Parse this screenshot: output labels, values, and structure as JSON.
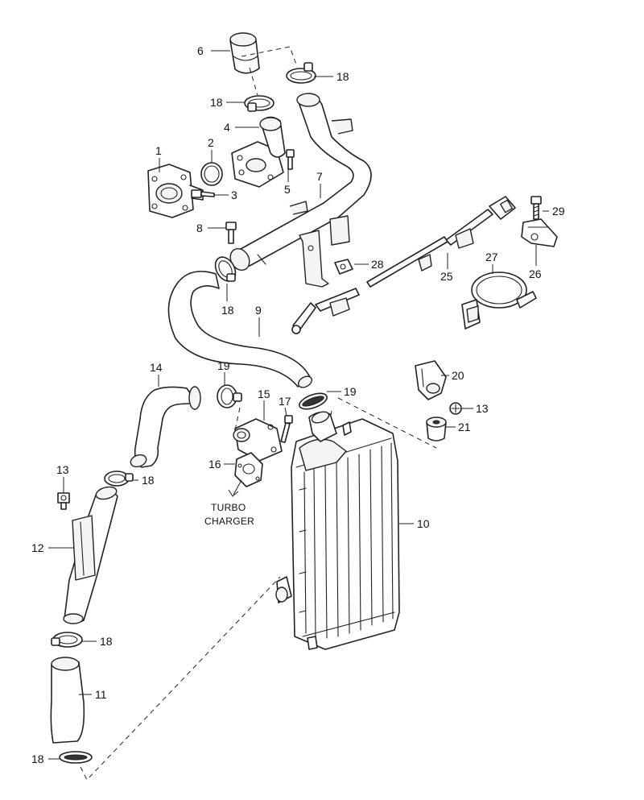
{
  "callouts": {
    "c1": "1",
    "c2": "2",
    "c3": "3",
    "c4": "4",
    "c5": "5",
    "c6": "6",
    "c7": "7",
    "c8": "8",
    "c9": "9",
    "c10": "10",
    "c11": "11",
    "c12": "12",
    "c13a": "13",
    "c13b": "13",
    "c14": "14",
    "c15": "15",
    "c16": "16",
    "c17": "17",
    "c18a": "18",
    "c18b": "18",
    "c18c": "18",
    "c18d": "18",
    "c18e": "18",
    "c18f": "18",
    "c19a": "19",
    "c19b": "19",
    "c20": "20",
    "c21": "21",
    "c25": "25",
    "c26": "26",
    "c27": "27",
    "c28": "28",
    "c29": "29"
  },
  "note": {
    "line1": "TURBO",
    "line2": "CHARGER"
  }
}
